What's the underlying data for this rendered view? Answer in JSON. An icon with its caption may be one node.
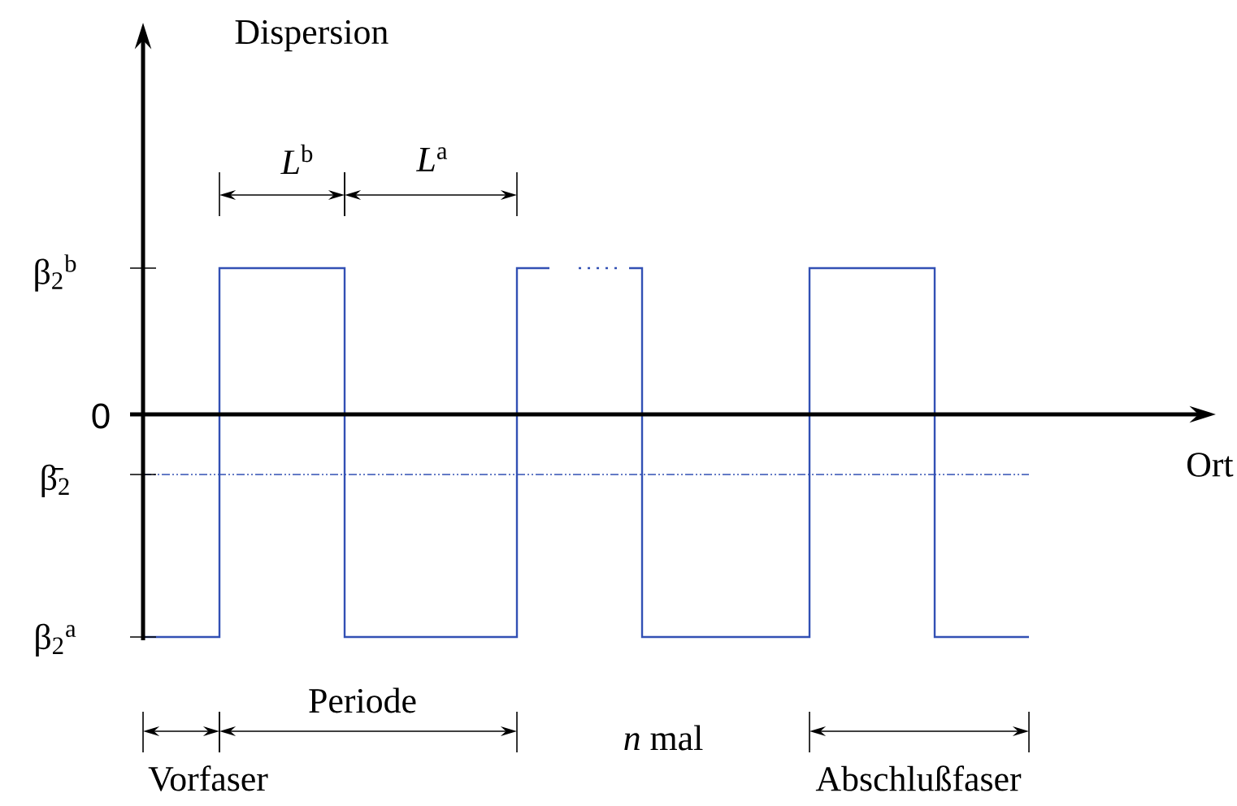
{
  "diagram": {
    "labels": [
      "Dispersion",
      "*L*$^{b}$",
      "*L*$^{a}$",
      "β$_{2}$$^{b}$",
      "0",
      "β̄$_{2}$",
      "Ort",
      "β$_{2}$$^{a}$",
      "Periode",
      "*n* mal",
      "Vorfaser",
      "Abschlußfaser"
    ]
  }
}
